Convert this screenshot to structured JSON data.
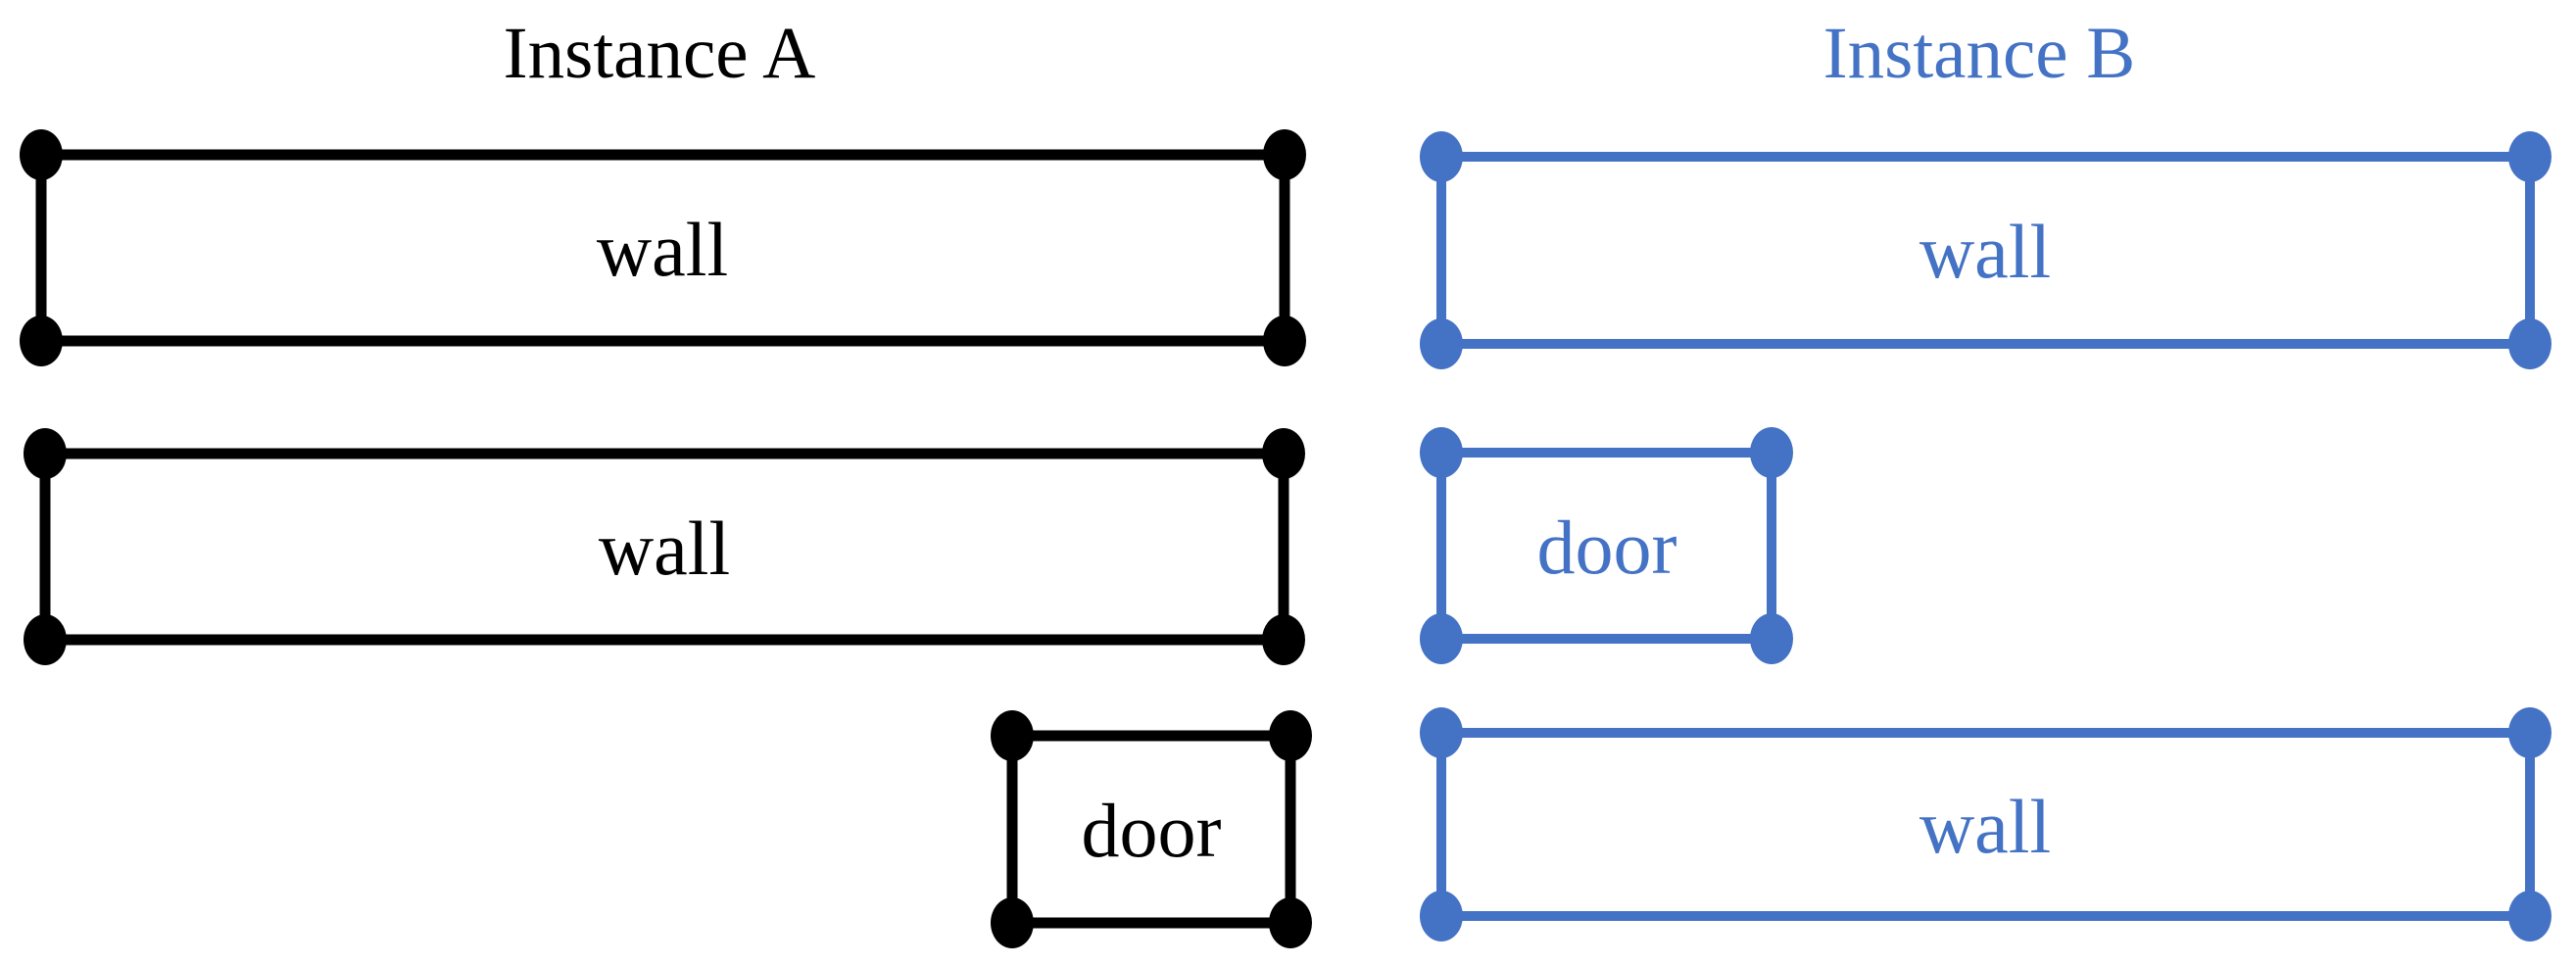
{
  "figure": {
    "type": "floorplan-instance-matching-diagram",
    "background": "#FFFFFF",
    "columns": [
      {
        "title": "Instance A",
        "color": "#000000",
        "shapes": [
          {
            "label": "wall"
          },
          {
            "label": "wall"
          },
          {
            "label": "door"
          }
        ]
      },
      {
        "title": "Instance B",
        "color": "#4472C4",
        "shapes": [
          {
            "label": "wall"
          },
          {
            "label": "door"
          },
          {
            "label": "wall"
          }
        ]
      }
    ]
  }
}
